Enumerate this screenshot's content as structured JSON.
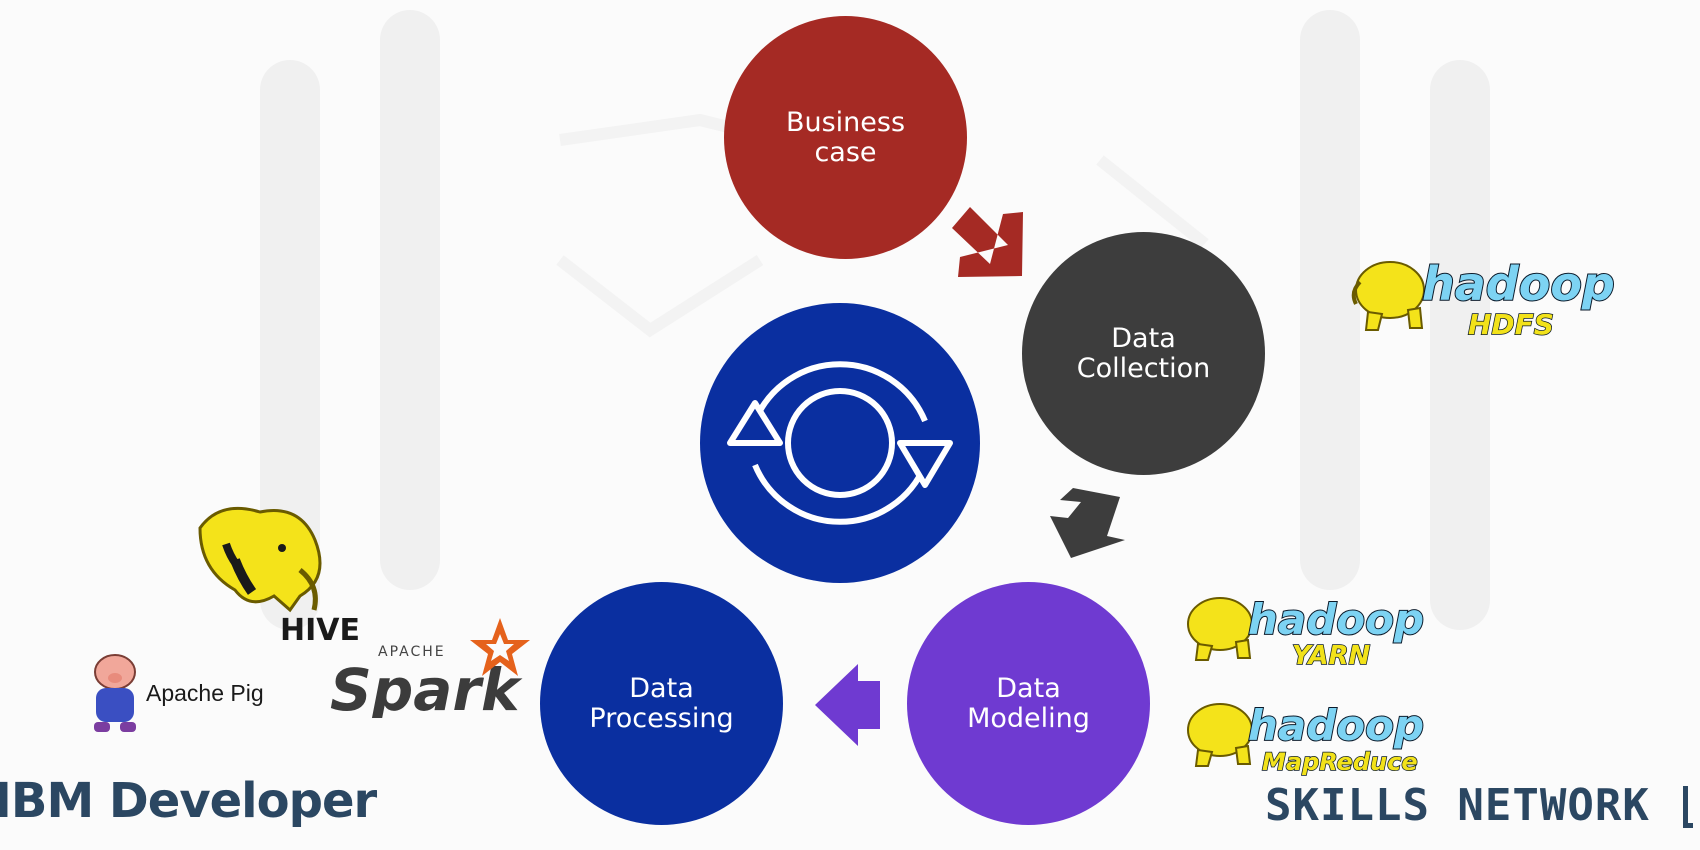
{
  "nodes": {
    "business": "Business\ncase",
    "collection": "Data\nCollection",
    "modeling": "Data\nModeling",
    "processing": "Data\nProcessing"
  },
  "logos": {
    "hadoop_hdfs": {
      "word": "hadoop",
      "sub": "HDFS"
    },
    "hadoop_yarn": {
      "word": "hadoop",
      "sub": "YARN"
    },
    "hadoop_mapreduce": {
      "word": "hadoop",
      "sub": "MapReduce"
    },
    "hive": "HIVE",
    "spark": {
      "top": "APACHE",
      "word": "Spark"
    },
    "pig": "Apache Pig"
  },
  "footer": {
    "left": "IBM Developer",
    "right": "SKILLS NETWORK"
  },
  "colors": {
    "business": "#a52a24",
    "collection": "#3d3d3d",
    "modeling": "#6f3ad1",
    "processing": "#0a2fa0",
    "cycle": "#0a2fa0"
  }
}
